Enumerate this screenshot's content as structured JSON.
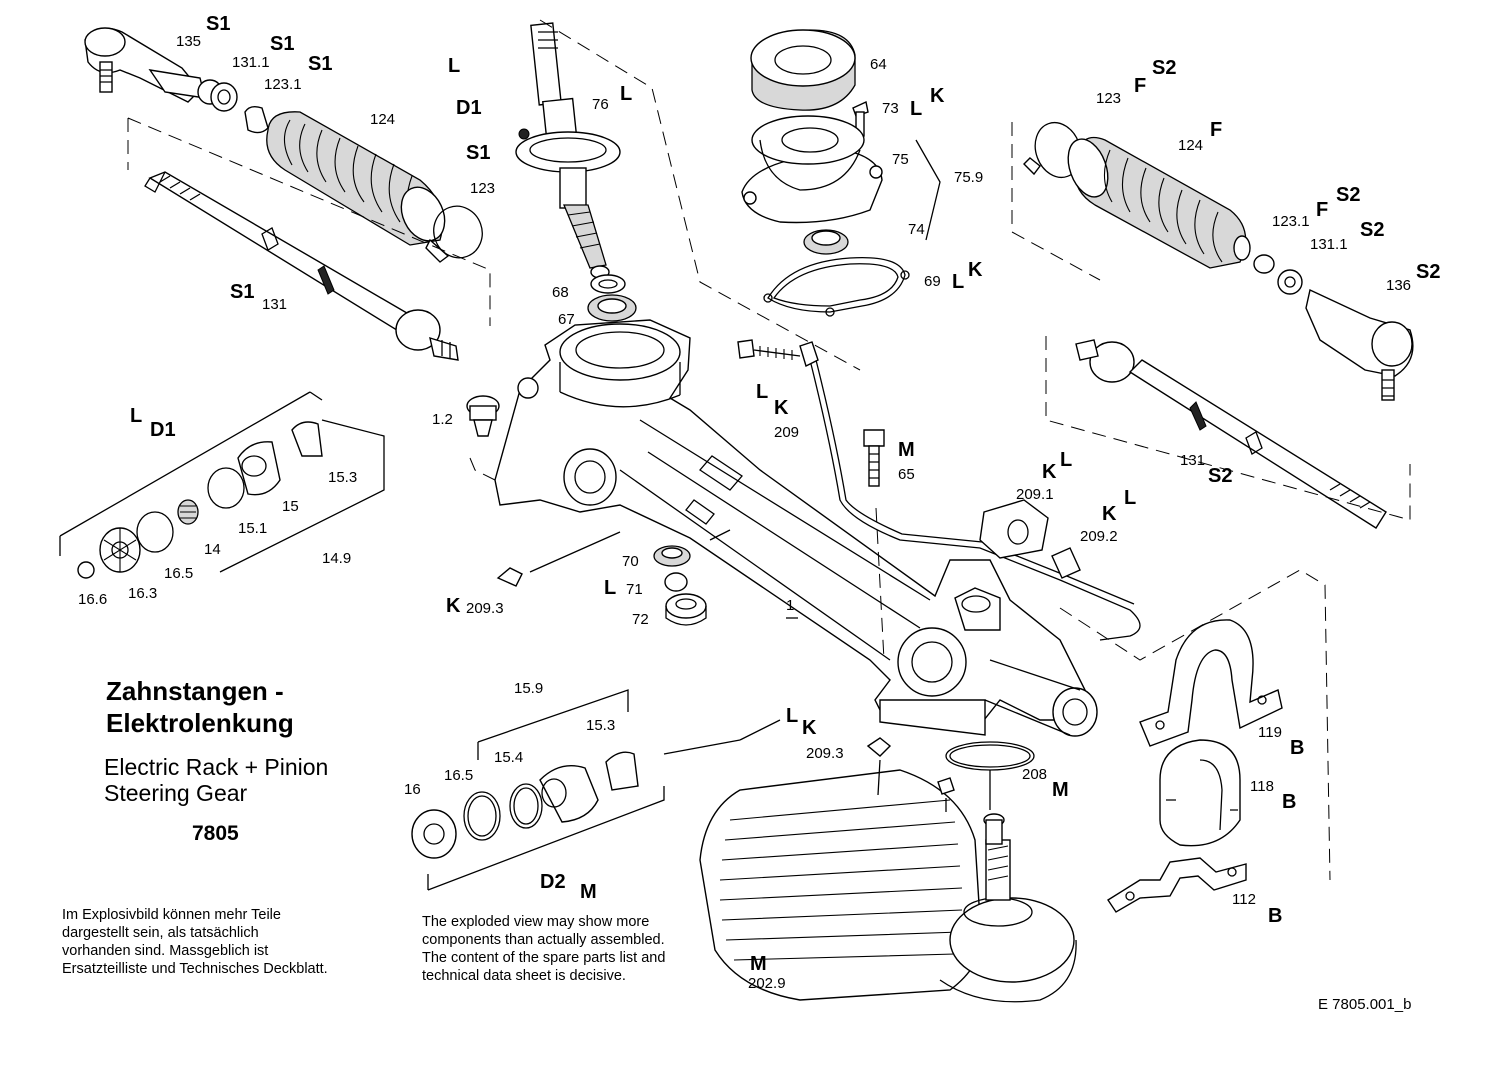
{
  "title": {
    "line1": "Zahnstangen -",
    "line2": "Elektrolenkung",
    "subtitle_line1": "Electric Rack + Pinion",
    "subtitle_line2": "Steering Gear",
    "model_number": "7805"
  },
  "notes": {
    "german": [
      "Im Explosivbild können mehr Teile",
      "dargestellt sein, als tatsächlich",
      "vorhanden sind. Massgeblich ist",
      "Ersatzteilliste und Technisches Deckblatt."
    ],
    "english": [
      "The exploded view may show more",
      "components than actually assembled.",
      "The content of the spare parts list and",
      "technical data sheet is decisive."
    ]
  },
  "drawing_reference": "E  7805.001_b",
  "part_numbers": [
    "135",
    "131.1",
    "123.1",
    "124",
    "123",
    "131",
    "76",
    "68",
    "67",
    "64",
    "73",
    "75",
    "75.9",
    "74",
    "69",
    "123",
    "124",
    "123.1",
    "131.1",
    "136",
    "1.2",
    "209",
    "65",
    "209.1",
    "209.2",
    "131",
    "15.3",
    "15",
    "15.1",
    "14",
    "16.5",
    "16.6",
    "16.3",
    "14.9",
    "70",
    "71",
    "72",
    "209.3",
    "1",
    "119",
    "118",
    "112",
    "208",
    "202.9",
    "209.3",
    "15.9",
    "15.3",
    "15.4",
    "16.5",
    "16"
  ],
  "kit_codes": [
    "S1",
    "S1",
    "S1",
    "L",
    "D1",
    "S1",
    "L",
    "L",
    "K",
    "F",
    "S2",
    "F",
    "F",
    "S2",
    "S2",
    "S2",
    "L",
    "K",
    "L",
    "K",
    "S1",
    "L",
    "D1",
    "L",
    "K",
    "M",
    "K",
    "L",
    "K",
    "L",
    "S2",
    "K",
    "L",
    "B",
    "B",
    "B",
    "L",
    "K",
    "M",
    "M",
    "D2",
    "M"
  ]
}
